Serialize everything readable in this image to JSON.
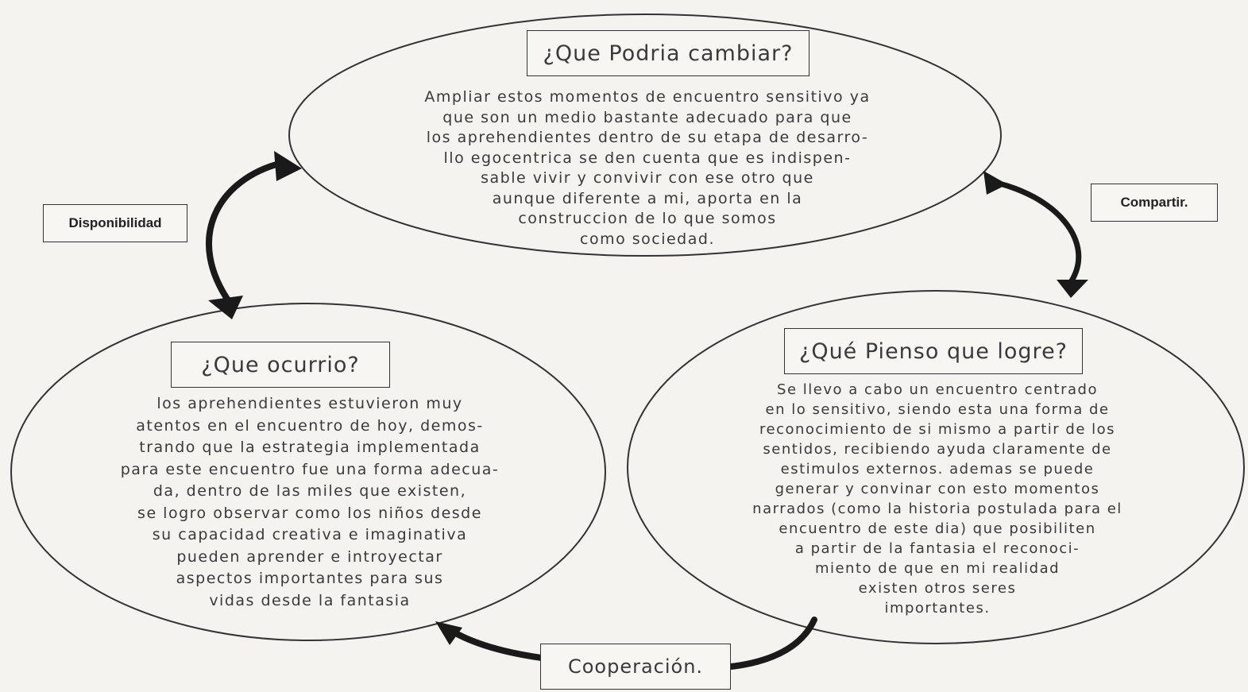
{
  "cycle_labels": {
    "top_left": "Disponibilidad",
    "right": "Compartir.",
    "bottom": "Cooperación."
  },
  "nodes": {
    "top": {
      "title": "¿Que Podria cambiar?",
      "lines": [
        "Ampliar estos momentos de encuentro sensitivo ya",
        "que son un medio bastante adecuado para que",
        "los aprehendientes dentro de su etapa de desarro-",
        "llo egocentrica se den cuenta que es indispen-",
        "sable vivir y convivir con ese otro que",
        "aunque diferente a mi, aporta en la",
        "construccion de lo que somos",
        "como sociedad."
      ]
    },
    "left": {
      "title": "¿Que ocurrio?",
      "lines": [
        "los aprehendientes estuvieron muy",
        "atentos en el encuentro de hoy, demos-",
        "trando que la estrategia implementada",
        "para este encuentro fue una forma adecua-",
        "da, dentro de las miles que existen,",
        "se logro observar como los niños desde",
        "su capacidad creativa e imaginativa",
        "pueden aprender e introyectar",
        "aspectos importantes para sus",
        "vidas desde la fantasia"
      ]
    },
    "right": {
      "title": "¿Qué Pienso que logre?",
      "lines": [
        "Se llevo a cabo un encuentro centrado",
        "en lo sensitivo, siendo esta una forma de",
        "reconocimiento de si mismo a partir de los",
        "sentidos, recibiendo ayuda claramente de",
        "estimulos externos. ademas se puede",
        "generar y convinar con esto momentos",
        "narrados (como la historia postulada para el",
        "encuentro de este dia) que posibiliten",
        "a partir de la fantasia el reconoci-",
        "miento de que en mi realidad",
        "existen otros seres",
        "importantes."
      ]
    }
  },
  "colors": {
    "ink": "#2a2a2a",
    "paper": "#f4f3f0",
    "arrow": "#1a1a1a"
  }
}
